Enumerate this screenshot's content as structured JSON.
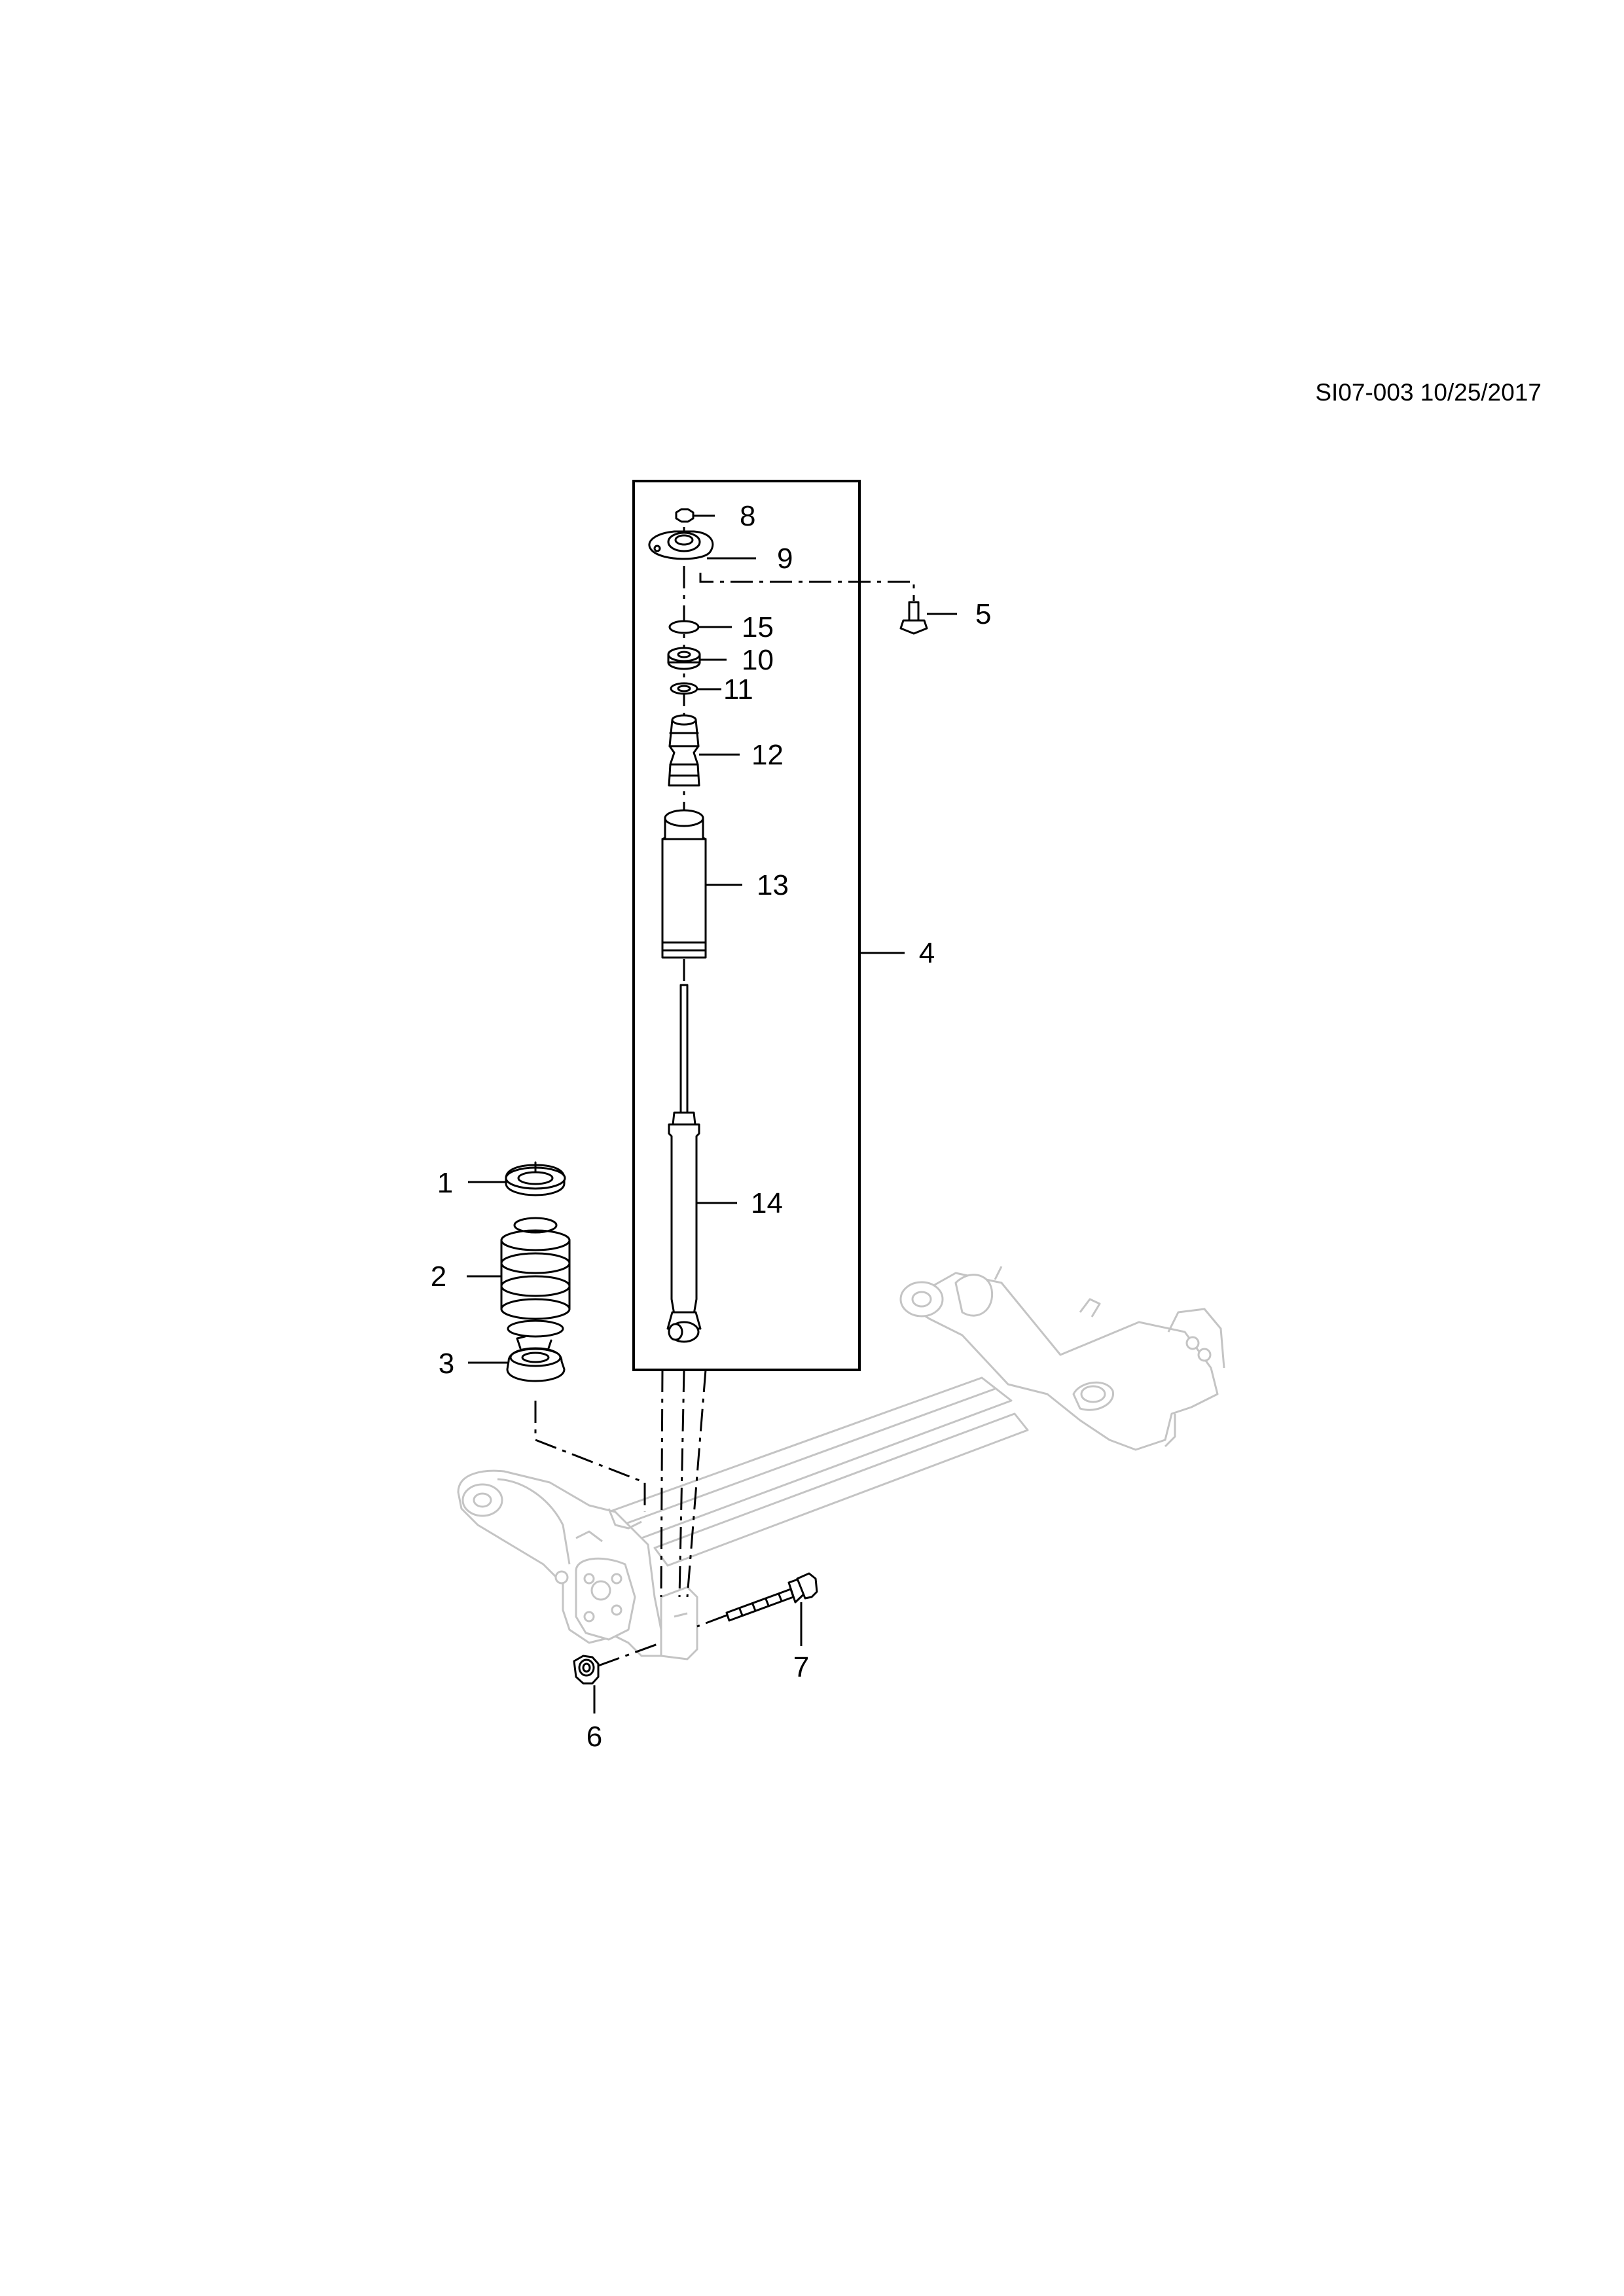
{
  "document": {
    "reference": "SI07-003 10/25/2017"
  },
  "callouts": {
    "c1": "1",
    "c2": "2",
    "c3": "3",
    "c4": "4",
    "c5": "5",
    "c6": "6",
    "c7": "7",
    "c8": "8",
    "c9": "9",
    "c10": "10",
    "c11": "11",
    "c12": "12",
    "c13": "13",
    "c14": "14",
    "c15": "15"
  },
  "colors": {
    "ink": "#000000",
    "axle_outline": "#c4c4c4",
    "background": "#ffffff"
  }
}
